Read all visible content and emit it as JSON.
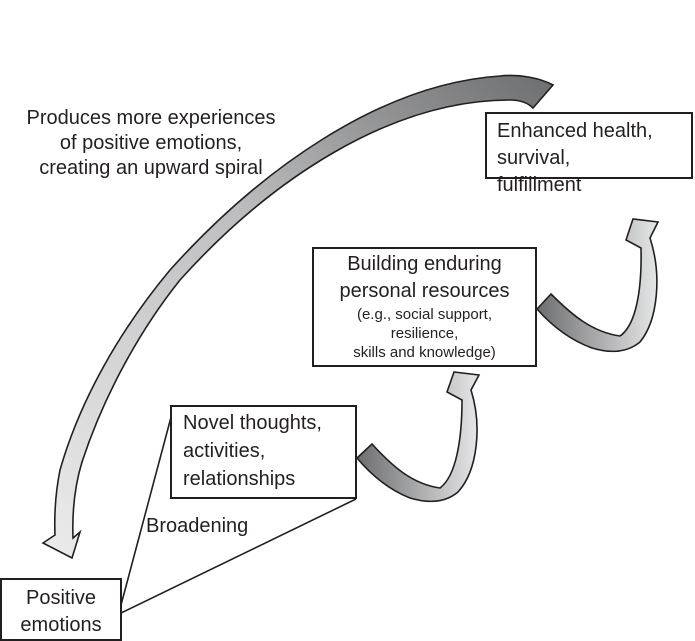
{
  "diagram": {
    "title": "Broaden-and-build theory of positive emotions",
    "nodes": {
      "positive_emotions": {
        "lines": [
          "Positive",
          "emotions"
        ]
      },
      "novel_thoughts": {
        "lines": [
          "Novel thoughts,",
          "activities,",
          "relationships"
        ]
      },
      "building_resources": {
        "heading_lines": [
          "Building enduring",
          "personal resources"
        ],
        "detail_lines": [
          "(e.g., social support,",
          "resilience,",
          "skills and knowledge)"
        ]
      },
      "enhanced_health": {
        "lines": [
          "Enhanced health,",
          "survival,",
          "fulfillment"
        ]
      }
    },
    "labels": {
      "spiral": [
        "Produces more experiences",
        "of positive emotions,",
        "creating an upward spiral"
      ],
      "broadening": "Broadening"
    },
    "edges": [
      {
        "from": "positive_emotions",
        "to": "novel_thoughts",
        "label": "Broadening",
        "style": "wedge-lines"
      },
      {
        "from": "novel_thoughts",
        "to": "building_resources",
        "style": "curved-gradient-arrow"
      },
      {
        "from": "building_resources",
        "to": "enhanced_health",
        "style": "curved-gradient-arrow"
      },
      {
        "from": "enhanced_health",
        "to": "positive_emotions",
        "label": "Produces more experiences of positive emotions, creating an upward spiral",
        "style": "long-curved-gradient-arrow"
      }
    ],
    "colors": {
      "stroke": "#231f20",
      "arrow_dark": "#6d6e70",
      "arrow_light": "#e6e7e8",
      "background": "#ffffff"
    }
  }
}
